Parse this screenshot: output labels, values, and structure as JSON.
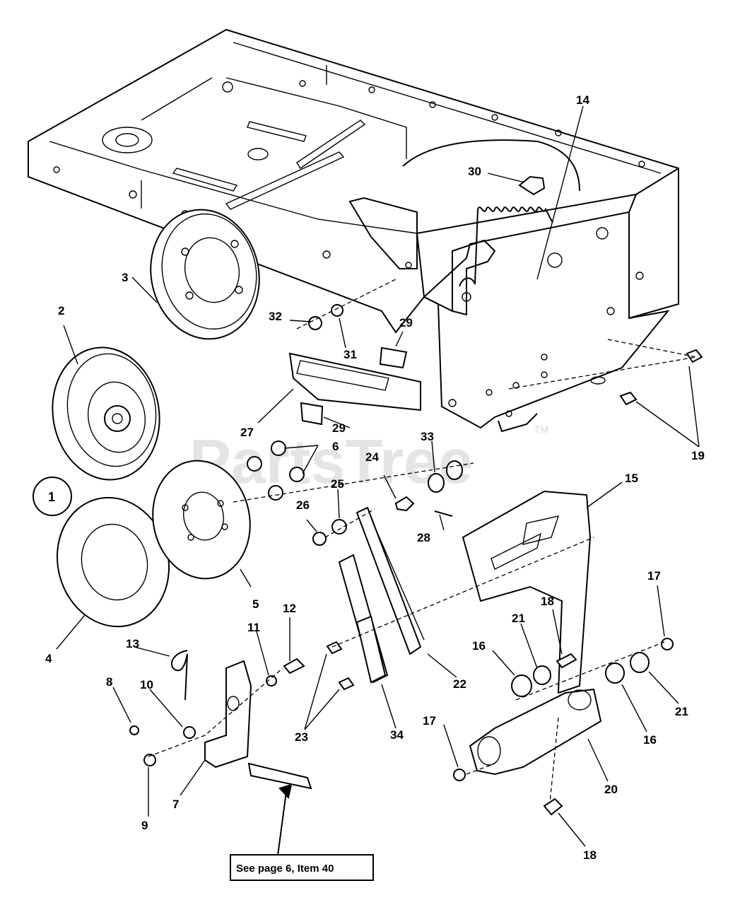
{
  "watermark": {
    "text": "PartsTree",
    "tm": "TM"
  },
  "assembly_marker": "1",
  "reference_note": "See page 6, Item 40",
  "callouts": [
    "2",
    "3",
    "4",
    "5",
    "6",
    "7",
    "8",
    "9",
    "10",
    "11",
    "12",
    "13",
    "14",
    "15",
    "16",
    "16",
    "17",
    "17",
    "18",
    "18",
    "19",
    "20",
    "21",
    "21",
    "22",
    "23",
    "24",
    "25",
    "26",
    "27",
    "28",
    "29",
    "29",
    "30",
    "31",
    "32",
    "33",
    "34"
  ]
}
